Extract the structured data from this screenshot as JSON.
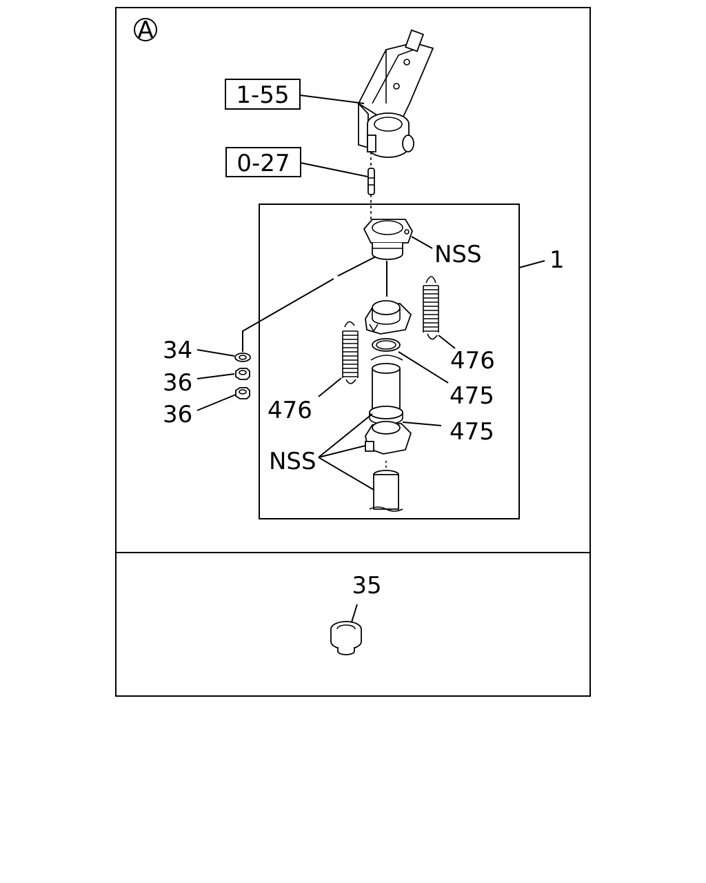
{
  "view_marker": "A",
  "callouts": {
    "ref_1_55": "1-55",
    "ref_0_27": "0-27",
    "assembly_1": "1",
    "nss_top": "NSS",
    "nss_bottom": "NSS",
    "spring_right": "476",
    "spring_left": "476",
    "ring_upper": "475",
    "ring_lower": "475",
    "washer": "34",
    "nut_upper": "36",
    "nut_lower": "36",
    "bushing": "35"
  }
}
